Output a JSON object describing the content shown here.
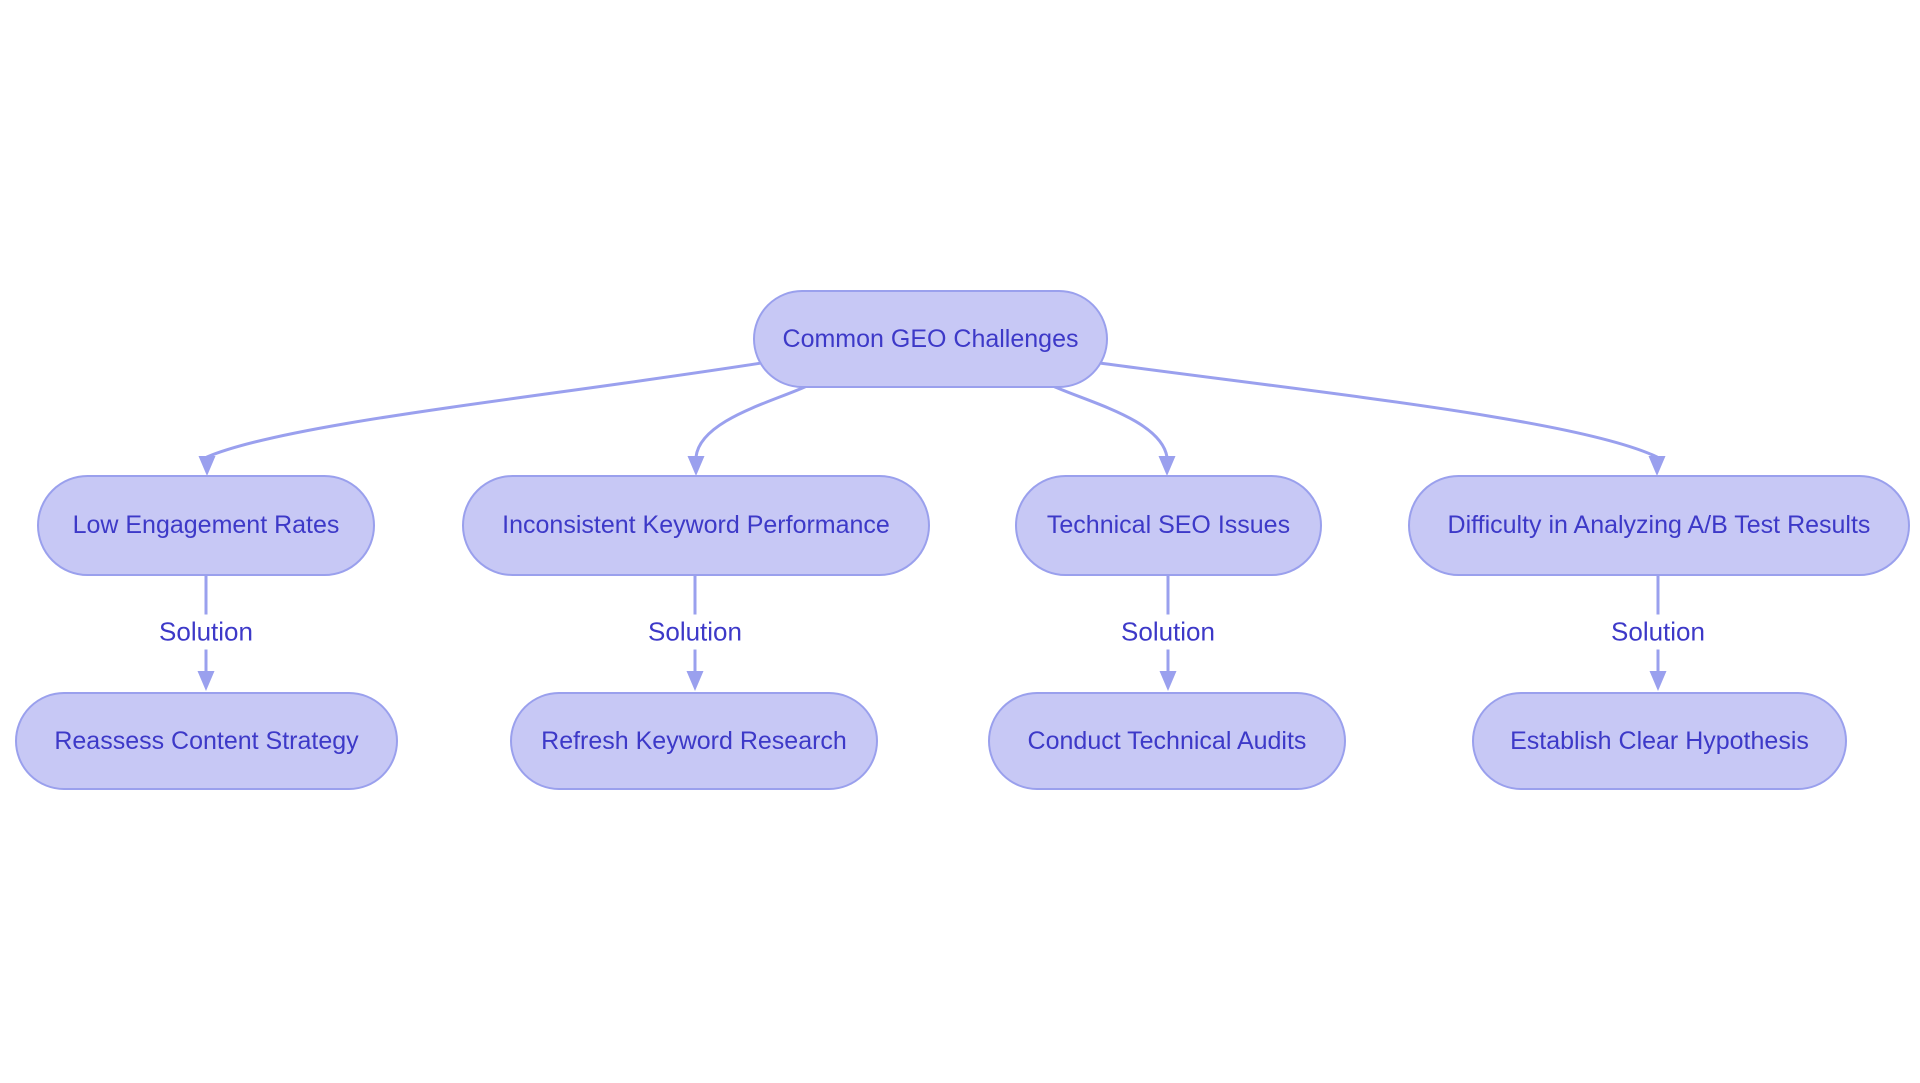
{
  "colors": {
    "background": "#ffffff",
    "node_fill": "#c7c8f5",
    "node_border": "#9aa0ed",
    "edge": "#9aa0ee",
    "label_text": "#3d39c8"
  },
  "root": {
    "label": "Common GEO Challenges"
  },
  "columns": [
    {
      "challenge": "Low Engagement Rates",
      "edge_label": "Solution",
      "solution": "Reassess Content Strategy"
    },
    {
      "challenge": "Inconsistent Keyword Performance",
      "edge_label": "Solution",
      "solution": "Refresh Keyword Research"
    },
    {
      "challenge": "Technical SEO Issues",
      "edge_label": "Solution",
      "solution": "Conduct Technical Audits"
    },
    {
      "challenge": "Difficulty in Analyzing A/B Test Results",
      "edge_label": "Solution",
      "solution": "Establish Clear Hypothesis"
    }
  ]
}
